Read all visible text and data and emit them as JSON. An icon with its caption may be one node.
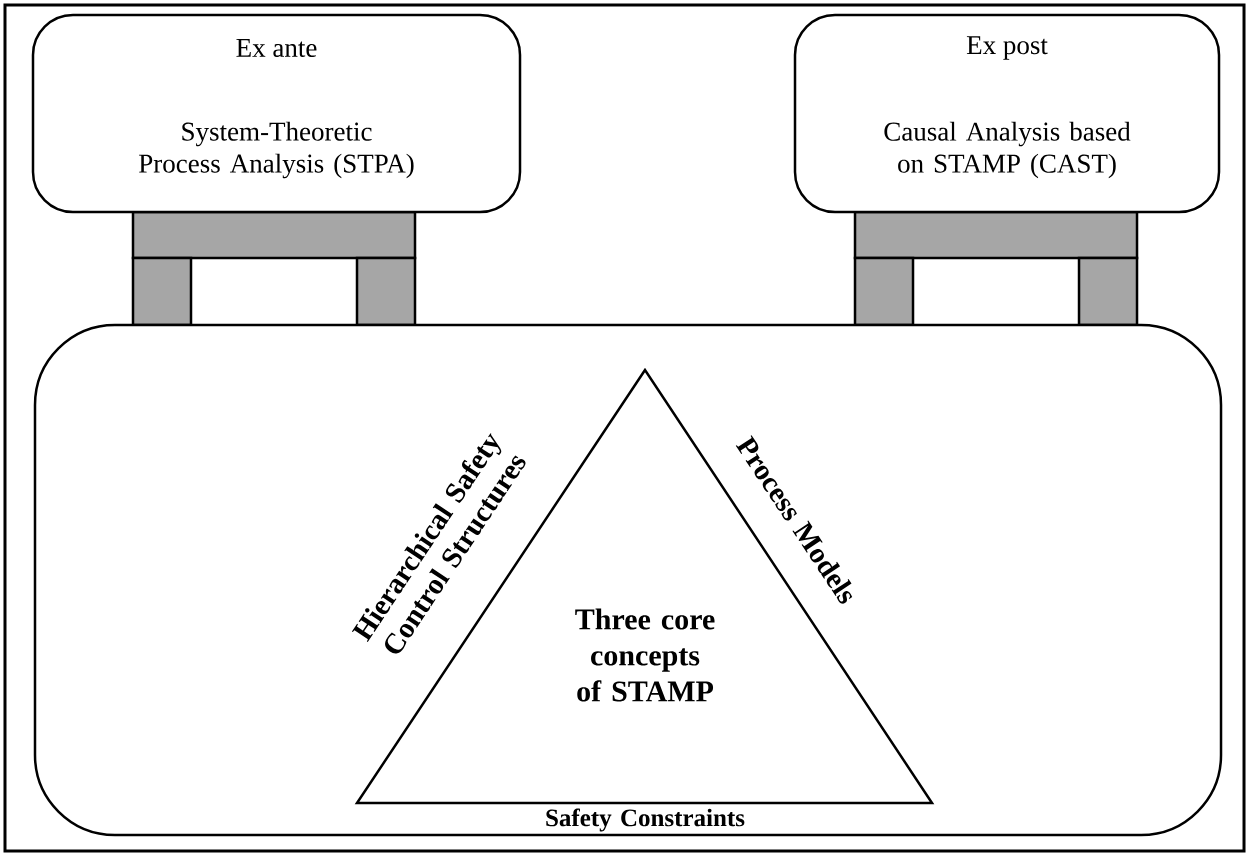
{
  "diagram": {
    "nodes": [
      {
        "text": [
          "Ex ante",
          "System-Theoretic Process Analysis (STPA)"
        ]
      },
      {
        "text": [
          "Ex post",
          "Causal Analysis based on STAMP (CAST)"
        ]
      },
      {
        "text": [],
        "shape": "box"
      },
      {
        "text": [
          "Three core concepts of STAMP"
        ],
        "in": 2,
        "beside": [
          "Hierarchical Safety Control Structures",
          "Process Models",
          "Safety Constraints"
        ]
      }
    ]
  }
}
